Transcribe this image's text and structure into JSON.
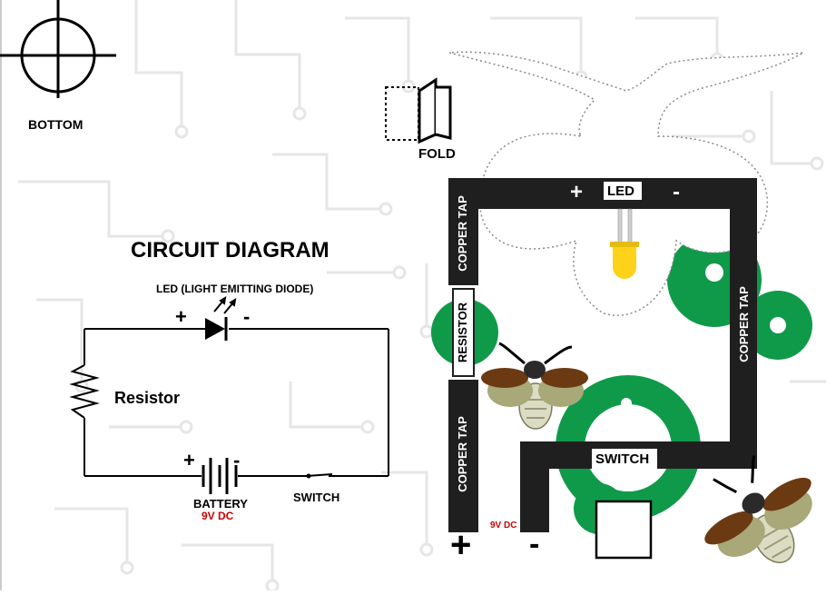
{
  "labels": {
    "bottom": "BOTTOM",
    "fold": "FOLD",
    "title": "CIRCUIT DIAGRAM",
    "led_full": "LED (LIGHT EMITTING DIODE)",
    "resistor": "Resistor",
    "battery": "BATTERY",
    "voltage": "9V DC",
    "switch": "SWITCH",
    "plus": "+",
    "minus": "-"
  },
  "template": {
    "led": "LED",
    "resistor": "RESISTOR",
    "switch": "SWITCH",
    "copper_tap": "COPPER TAP",
    "voltage": "9V DC",
    "plus": "+",
    "minus": "-"
  },
  "colors": {
    "trace": "#e4e4e4",
    "copper": "#1f1f1f",
    "pcb_green": "#0f9a4a",
    "led_yellow": "#ffd21a",
    "red_text": "#cc0000",
    "firefly_wing": "#6b3a12",
    "firefly_body": "#a8a878"
  }
}
